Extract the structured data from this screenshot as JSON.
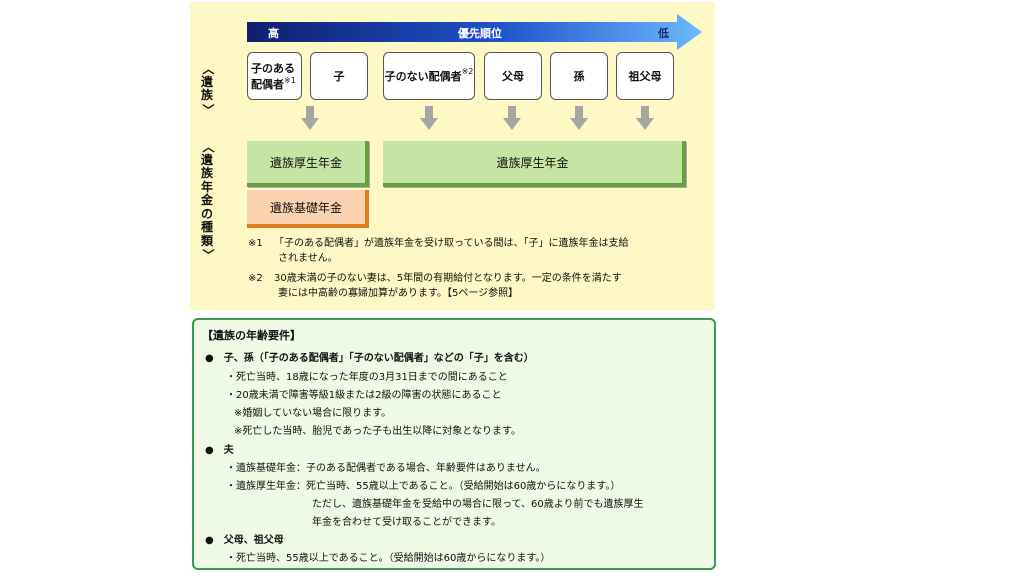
{
  "priority": {
    "high": "高",
    "label": "優先順位",
    "low": "低"
  },
  "labels": {
    "bereaved": [
      "〈",
      "遺",
      "族",
      "〉"
    ],
    "pension_types": [
      "〈",
      "遺",
      "族",
      "年",
      "金",
      "の",
      "種",
      "類",
      "〉"
    ]
  },
  "boxes": {
    "spouse_with_child": {
      "line1": "子のある",
      "line2": "配偶者",
      "mark": "※1"
    },
    "child": "子",
    "spouse_no_child": {
      "text": "子のない配偶者",
      "mark": "※2"
    },
    "parents": "父母",
    "grandchild": "孫",
    "grandparents": "祖父母"
  },
  "pensions": {
    "koseinenkin_left": "遺族厚生年金",
    "koseinenkin_right": "遺族厚生年金",
    "kiso": "遺族基礎年金"
  },
  "notes": [
    {
      "mark": "※1",
      "text": "「子のある配偶者」が遺族年金を受け取っている間は、「子」に遺族年金は支給",
      "text2": "されません。"
    },
    {
      "mark": "※2",
      "text": "30歳未満の子のない妻は、5年間の有期給付となります。一定の条件を満たす",
      "text2": "妻には中高齢の寡婦加算があります。【5ページ参照】"
    }
  ],
  "age_requirements": {
    "title": "【遺族の年齢要件】",
    "child": {
      "heading": "●　子、孫（「子のある配偶者」「子のない配偶者」などの「子」を含む）",
      "items": [
        "・死亡当時、18歳になった年度の3月31日までの間にあること",
        "・20歳未満で障害等級1級または2級の障害の状態にあること",
        "※婚姻していない場合に限ります。",
        "※死亡した当時、胎児であった子も出生以降に対象となります。"
      ]
    },
    "husband": {
      "heading": "●　夫",
      "items": [
        "・遺族基礎年金：子のある配偶者である場合、年齢要件はありません。",
        "・遺族厚生年金：死亡当時、55歳以上であること。（受給開始は60歳からになります。）",
        "ただし、遺族基礎年金を受給中の場合に限って、60歳より前でも遺族厚生",
        "年金を合わせて受け取ることができます。"
      ]
    },
    "parents": {
      "heading": "●　父母、祖父母",
      "items": [
        "・死亡当時、55歳以上であること。（受給開始は60歳からになります。）"
      ]
    }
  },
  "colors": {
    "panel": "#fdf8c4",
    "arrow_dark": "#0d1f6e",
    "arrow_light": "#3d8ef0",
    "green": "#c6e5a3",
    "orange": "#fbd2b0",
    "border_green": "#3a9a52"
  }
}
